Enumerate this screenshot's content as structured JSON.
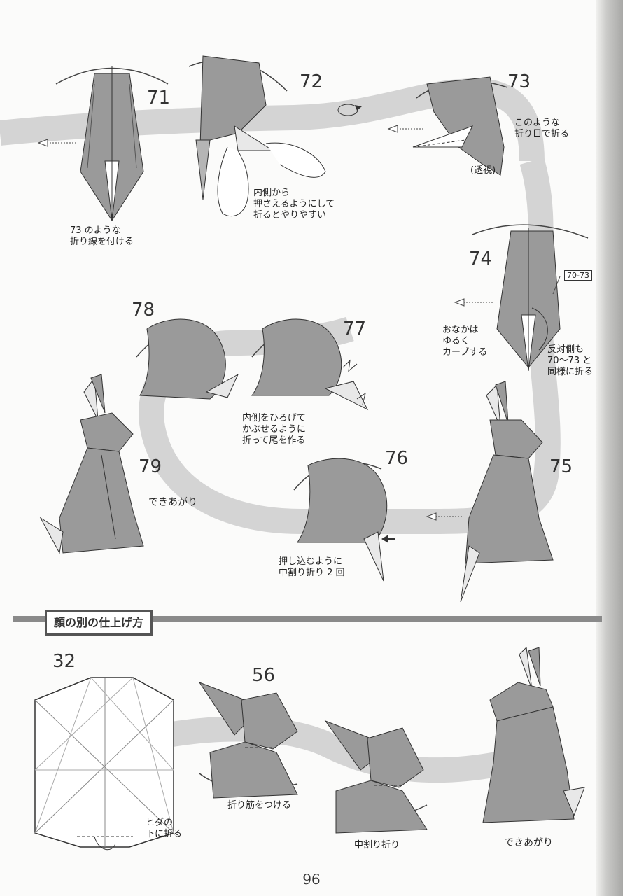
{
  "steps": {
    "s71": "71",
    "s72": "72",
    "s73": "73",
    "s74": "74",
    "s75": "75",
    "s76": "76",
    "s77": "77",
    "s78": "78",
    "s79": "79",
    "s32": "32",
    "s56": "56"
  },
  "notes": {
    "n71": "73 のような\n折り線を付ける",
    "n72": "内側から\n押さえるようにして\n折るとやりやすい",
    "n73": "このような\n折り目で折る",
    "n73b": "(透視)",
    "n74a": "おなかは\nゆるく\nカーブする",
    "n74b": "反対側も\n70〜73 と\n同様に折る",
    "n74tag": "70-73",
    "n76": "押し込むように\n中割り折り 2 回",
    "n77": "内側をひろげて\nかぶせるように\n折って尾を作る",
    "n79": "できあがり",
    "n32": "ヒダの\n下に折る",
    "n56": "折り筋をつける",
    "nmid": "中割り折り",
    "nfinal": "できあがり"
  },
  "section": {
    "title": "顔の別の仕上げ方"
  },
  "page_number": "96"
}
